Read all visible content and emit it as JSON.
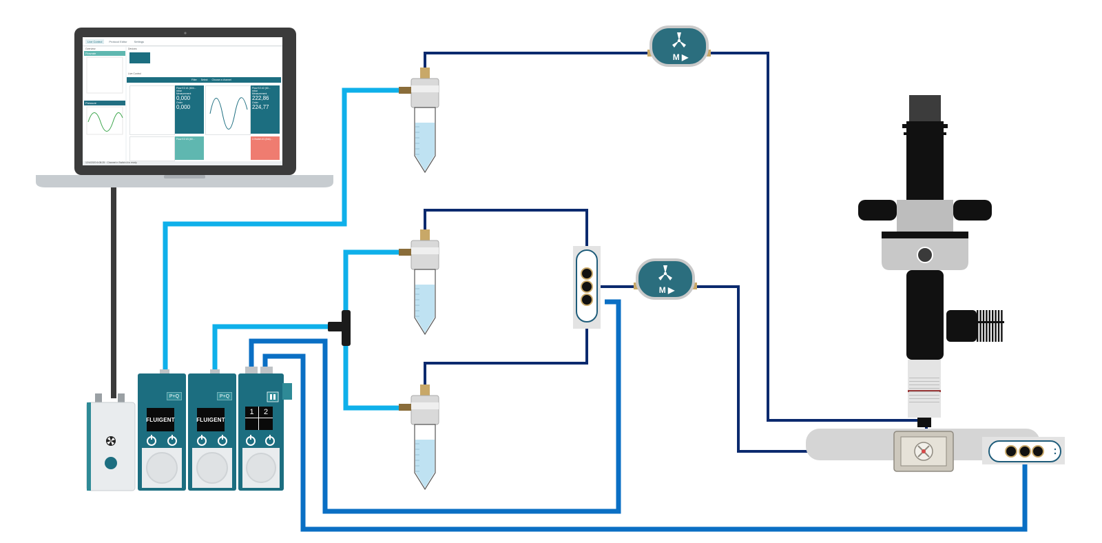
{
  "colors": {
    "tube_light_blue": "#0fb0ea",
    "tube_dark_navy": "#0b2a6e",
    "tube_mid_blue": "#0a6fc4",
    "instrument_teal": "#1c6e80",
    "instrument_teal_light": "#2e8a96",
    "flow_sensor_teal": "#2b6e7e",
    "microscope_black": "#111111",
    "chip_grey": "#cfcfcf",
    "laptop_body": "#3a3a3a"
  },
  "laptop": {
    "tabs": [
      "Live Control",
      "Protocol Editor",
      "Settings"
    ],
    "sections": {
      "overview": "Overview",
      "devices": "Devices",
      "live_control": "Live Control",
      "flowrate": "Flowrate",
      "pressure": "Pressure"
    },
    "toolbar": {
      "filter": "Filter",
      "select": "Select",
      "choose": "Choose a channel"
    },
    "cards": [
      {
        "title": "Flow EZ #1 (604...",
        "unit": "mbar",
        "measurement_label": "Measurement",
        "value1": "0,000",
        "order_label": "Order",
        "value2": "0,000"
      },
      {
        "title": "Flow EZ #2 (60...",
        "unit": "mbar",
        "measurement_label": "Measurement",
        "value1": "222,86",
        "order_label": "Order",
        "value2": "224,77"
      },
      {
        "title": "Flow EZ #3 (60...",
        "unit": "",
        "measurement_label": "",
        "value1": "",
        "order_label": "",
        "value2": ""
      },
      {
        "title": "2-Switch #1 (link)...",
        "unit": "",
        "measurement_label": "",
        "value1": "",
        "order_label": "",
        "value2": ""
      }
    ],
    "status": "12/4/2020 6:08:25 · Channel n Switch A is ready"
  },
  "instruments": {
    "controller1_logo": "FLUIGENT",
    "controller2_logo": "FLUIGENT",
    "controller1_badge": "P+Q",
    "controller2_badge": "P+Q",
    "switch_cells": [
      "1",
      "2",
      "",
      ""
    ]
  },
  "flow_sensors": [
    {
      "glyph": "M ▶"
    },
    {
      "glyph": "M ▶"
    }
  ]
}
